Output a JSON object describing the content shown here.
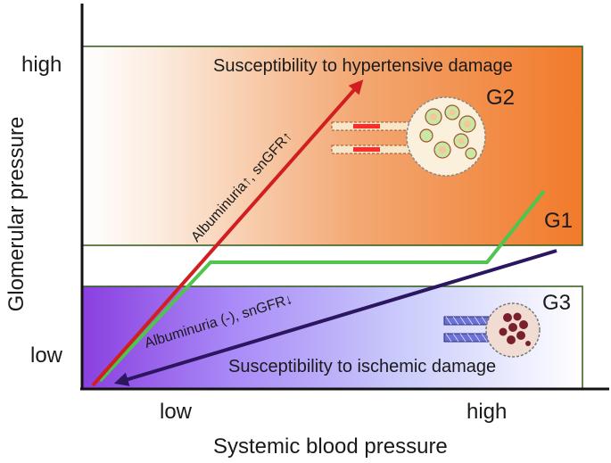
{
  "axes": {
    "x_label": "Systemic blood pressure",
    "y_label": "Glomerular pressure",
    "x_ticks": [
      "low",
      "high"
    ],
    "y_ticks": [
      "high",
      "low"
    ]
  },
  "regions": {
    "g2": {
      "name": "G2",
      "caption": "Susceptibility to hypertensive damage",
      "arrow_label": "Albuminuria↑, snGFR↑",
      "colors": [
        "#ffffff",
        "#f17a2a"
      ]
    },
    "g1": {
      "name": "G1",
      "line_color": "#4fc44f"
    },
    "g3": {
      "name": "G3",
      "caption": "Susceptibility to ischemic damage",
      "arrow_label": "Albuminuria (-), snGFR↓",
      "colors": [
        "#8a3fe0",
        "#ffffff"
      ]
    }
  },
  "colors": {
    "red_arrow": "#d11f1f",
    "navy_arrow": "#2c1660",
    "box_border": "#2e5a16",
    "axis": "#111111"
  },
  "icons": [
    "glomerulus-dilated-icon",
    "glomerulus-sclerotic-icon"
  ]
}
